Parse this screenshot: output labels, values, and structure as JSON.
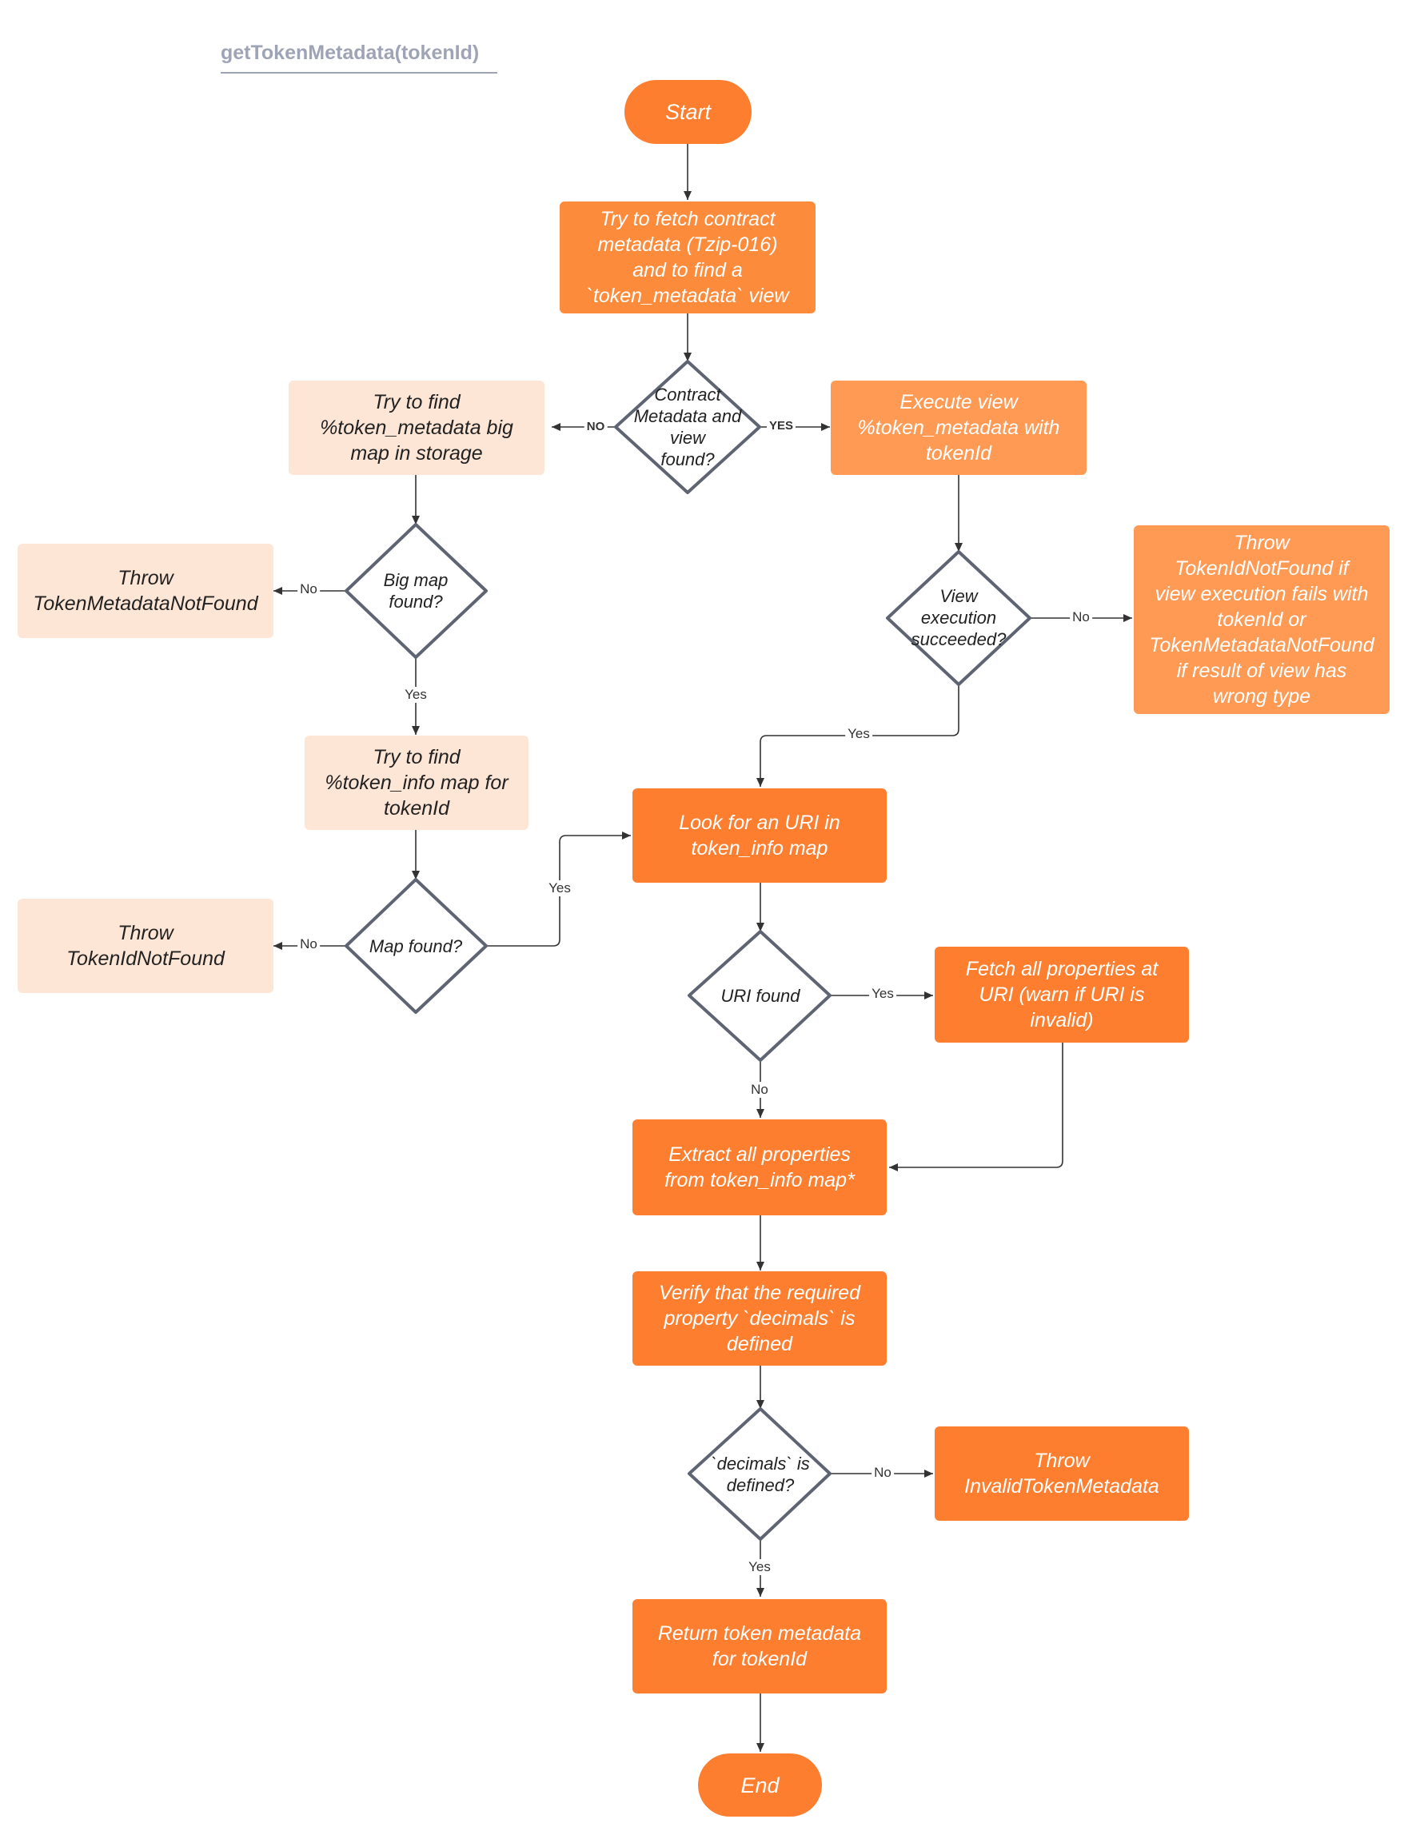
{
  "title": "getTokenMetadata(tokenId)",
  "colors": {
    "terminal": "#fd7e2f",
    "process": "#fd8b3c",
    "light_process": "#ff9a55",
    "pale_process": "#fee6d6",
    "decision_border": "#5f6472",
    "title": "#9ea3b5"
  },
  "nodes": {
    "start": "Start",
    "fetch_contract_metadata": "Try to fetch contract\nmetadata (Tzip-016)\nand to find a\n`token_metadata` view",
    "contract_metadata_found": "Contract\nMetadata and\nview\nfound?",
    "find_big_map": "Try to find\n%token_metadata big\nmap in storage",
    "execute_view": "Execute view\n%token_metadata with\ntokenId",
    "big_map_found": "Big map\nfound?",
    "throw_token_metadata_not_found": "Throw\nTokenMetadataNotFound",
    "view_succeeded": "View\nexecution\nsucceeded?",
    "throw_view_failure": "Throw\nTokenIdNotFound if\nview execution fails with\ntokenId or\nTokenMetadataNotFound\nif result of view has\nwrong type",
    "find_token_info": "Try to find\n%token_info map for\ntokenId",
    "look_for_uri": "Look for an URI in\ntoken_info map",
    "throw_token_id_not_found": "Throw\nTokenIdNotFound",
    "map_found": "Map found?",
    "uri_found": "URI found",
    "fetch_properties": "Fetch all properties at\nURI (warn if URI is\ninvalid)",
    "extract_properties": "Extract all properties\nfrom token_info map*",
    "verify_decimals": "Verify that the required\nproperty `decimals` is\ndefined",
    "decimals_defined": "`decimals` is\ndefined?",
    "throw_invalid_metadata": "Throw\nInvalidTokenMetadata",
    "return_metadata": "Return token metadata\nfor tokenId",
    "end": "End"
  },
  "edge_labels": {
    "no_caps": "NO",
    "yes_caps": "YES",
    "no": "No",
    "yes": "Yes"
  }
}
